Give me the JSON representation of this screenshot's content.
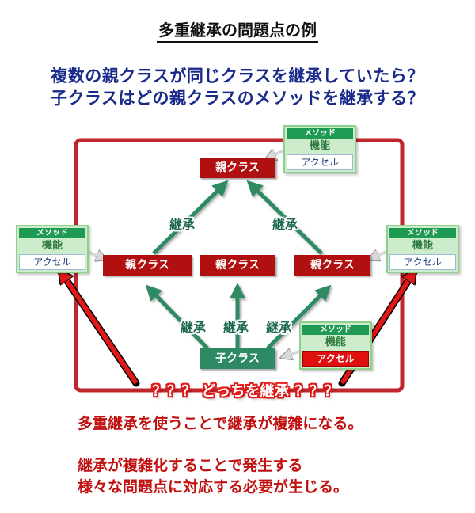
{
  "title": "多重継承の問題点の例",
  "question_line1": "複数の親クラスが同じクラスを継承していたら？",
  "question_line2": "子クラスはどの親クラスのメソッドを継承する？",
  "classes": {
    "parent_top": "親クラス",
    "parent_left": "親クラス",
    "parent_center": "親クラス",
    "parent_right": "親クラス",
    "child": "子クラス"
  },
  "inherit_labels": {
    "top_left": "継承",
    "top_right": "継承",
    "bottom_left": "継承",
    "bottom_center": "継承",
    "bottom_right": "継承"
  },
  "method_boxes": {
    "top": {
      "header": "メソッド",
      "function": "機能",
      "accel": "アクセル"
    },
    "left": {
      "header": "メソッド",
      "function": "機能",
      "accel": "アクセル"
    },
    "right": {
      "header": "メソッド",
      "function": "機能",
      "accel": "アクセル"
    },
    "child": {
      "header": "メソッド",
      "function": "機能",
      "accel": "アクセル"
    }
  },
  "which_text": "？？？ どっちを継承 ？？？",
  "note_line1": "多重継承を使うことで継承が複雑になる。",
  "note_line2": "継承が複雑化することで発生する",
  "note_line3": "様々な問題点に対応する必要が生じる。",
  "colors": {
    "frame": "#c0262c",
    "parent_class": "#b01010",
    "child_class": "#2e8a64",
    "arrow_green": "#2e8a64",
    "method_bg": "#cdeccc",
    "method_header": "#1f9a52",
    "question_text": "#1a2a8a",
    "note_text": "#c01010"
  }
}
